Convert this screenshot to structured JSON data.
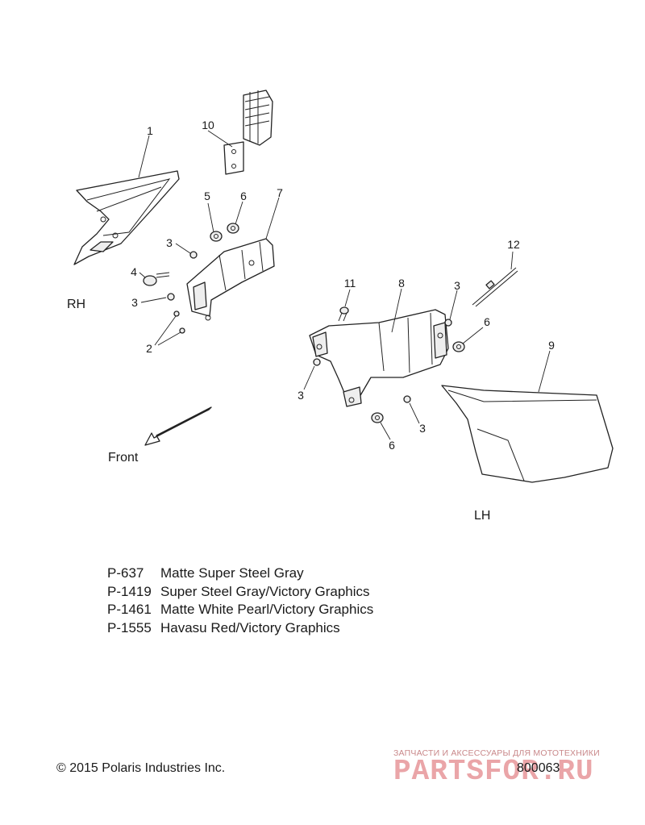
{
  "diagram": {
    "side_labels": {
      "rh": "RH",
      "lh": "LH"
    },
    "direction_label": "Front",
    "callouts": [
      "1",
      "2",
      "3",
      "3",
      "3",
      "3",
      "3",
      "4",
      "5",
      "6",
      "6",
      "6",
      "7",
      "8",
      "9",
      "10",
      "11",
      "12"
    ]
  },
  "paint_codes": [
    {
      "code": "P-637",
      "description": "Matte Super Steel Gray"
    },
    {
      "code": "P-1419",
      "description": "Super Steel Gray/Victory Graphics"
    },
    {
      "code": "P-1461",
      "description": "Matte White Pearl/Victory Graphics"
    },
    {
      "code": "P-1555",
      "description": "Havasu Red/Victory Graphics"
    }
  ],
  "footer": {
    "copyright": "© 2015 Polaris Industries Inc.",
    "diagram_number": "800063"
  },
  "watermark": {
    "tagline": "ЗАПЧАСТИ И АКСЕССУАРЫ ДЛЯ МОТОТЕХНИКИ",
    "logo_text": "PARTSFOR.RU"
  }
}
